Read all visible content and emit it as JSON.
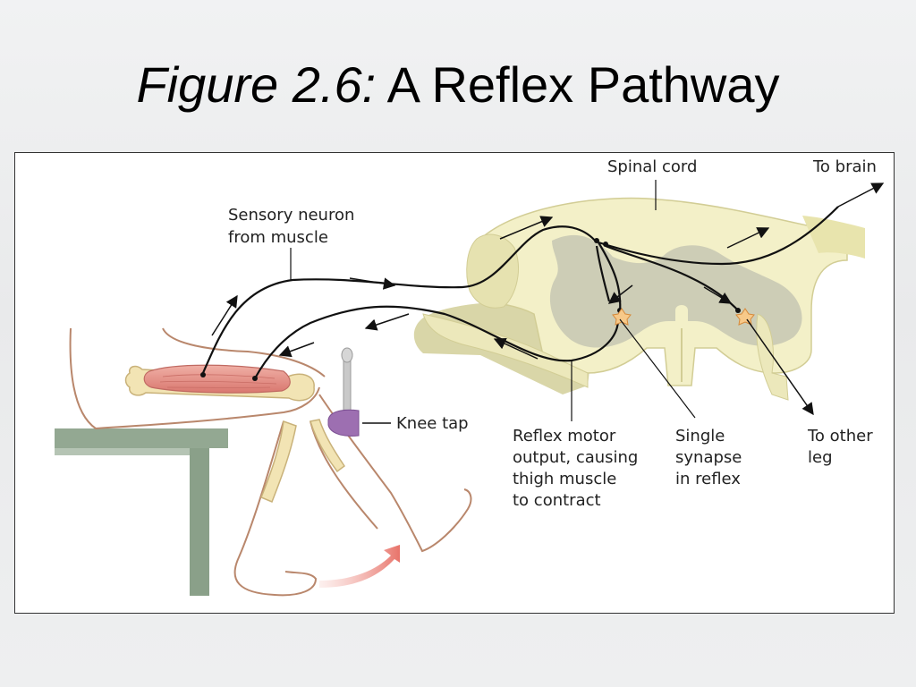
{
  "slide": {
    "figure_number": "Figure 2.6:",
    "figure_title": "A Reflex Pathway"
  },
  "labels": {
    "spinal_cord": "Spinal cord",
    "to_brain": "To brain",
    "sensory_neuron_line1": "Sensory neuron",
    "sensory_neuron_line2": "from muscle",
    "knee_tap": "Knee tap",
    "reflex_motor_line1": "Reflex motor",
    "reflex_motor_line2": "output, causing",
    "reflex_motor_line3": "thigh muscle",
    "reflex_motor_line4": "to contract",
    "single_synapse_line1": "Single",
    "single_synapse_line2": "synapse",
    "single_synapse_line3": "in reflex",
    "to_other_leg_line1": "To other",
    "to_other_leg_line2": "leg"
  },
  "colors": {
    "spinal_white_matter": "#f3f0c8",
    "spinal_gray_matter": "#c9c9b4",
    "muscle": "#e6958e",
    "bone": "#f2e4b4",
    "skin_outline": "#b9876c",
    "table": "#8fa58e",
    "hammer_head": "#9d6fb1",
    "kick_arrow": "#e8736a",
    "neuron": "#111111"
  }
}
